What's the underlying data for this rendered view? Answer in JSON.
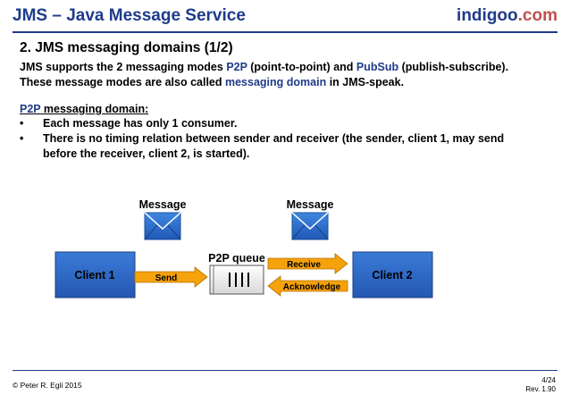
{
  "header": {
    "title": "JMS – Java Message Service",
    "brand_main": "indigoo",
    "brand_suffix": ".com"
  },
  "section": {
    "heading": "2. JMS messaging domains (1/2)",
    "line1_a": "JMS supports the 2 messaging modes ",
    "line1_p2p": "P2P",
    "line1_b": " (point-to-point) and ",
    "line1_pubsub": "PubSub",
    "line1_c": " (publish-subscribe).",
    "line2_a": "These message modes are also called ",
    "line2_hl": "messaging domain",
    "line2_b": " in JMS-speak.",
    "sub_p2p": "P2P",
    "sub_rest": " messaging domain:",
    "bullets": [
      "Each message has only 1 consumer.",
      "There is no timing relation between sender and receiver (the sender, client 1, may send",
      "before the receiver, client 2, is started)."
    ],
    "bullet_symbol": "•"
  },
  "diagram": {
    "message_left": "Message",
    "message_right": "Message",
    "client1": "Client 1",
    "client2": "Client 2",
    "queue_label": "P2P queue",
    "send": "Send",
    "receive": "Receive",
    "acknowledge": "Acknowledge",
    "colors": {
      "client_fill": "#2f6bc8",
      "arrow_fill": "#f6a20c",
      "envelope": "#2e6fcf"
    }
  },
  "footer": {
    "copyright": "© Peter R. Egli 2015",
    "page": "4/24",
    "rev": "Rev. 1.90"
  }
}
